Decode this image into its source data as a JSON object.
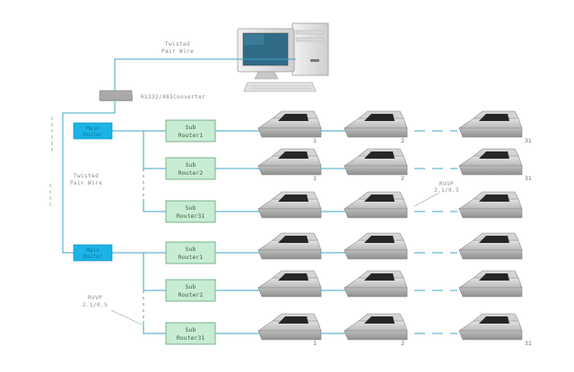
{
  "labels": {
    "twisted_pair_top": [
      "Twisted",
      "Pair Wire"
    ],
    "twisted_pair_left": [
      "Twisted",
      "Pair Wire"
    ],
    "converter": "RS232/485Converter",
    "cable_right": [
      "RVVP",
      "2.1/0.5"
    ],
    "cable_left": [
      "RVVP",
      "2.1/0.5"
    ],
    "router_text": [
      "Main",
      "Router"
    ]
  },
  "groups": [
    {
      "routers": [
        [
          "Sub",
          "Router1"
        ],
        [
          "Sub",
          "Router2"
        ],
        [
          "Sub",
          "Router31"
        ]
      ],
      "columns": [
        "1",
        "2",
        "31"
      ],
      "numbered_rows": [
        0,
        1
      ]
    },
    {
      "routers": [
        [
          "Sub",
          "Router1"
        ],
        [
          "Sub",
          "Router2"
        ],
        [
          "Sub",
          "Router31"
        ]
      ],
      "columns": [
        "1",
        "2",
        "31"
      ],
      "numbered_rows": [
        2
      ]
    }
  ],
  "colors": {
    "wire": "#3fa3c8",
    "main_router": "#1db3e6",
    "sub_router": "#c8ecd4",
    "sub_router_border": "#5aa470",
    "device": "#c9c9c9",
    "converter": "#a9a9a9"
  }
}
